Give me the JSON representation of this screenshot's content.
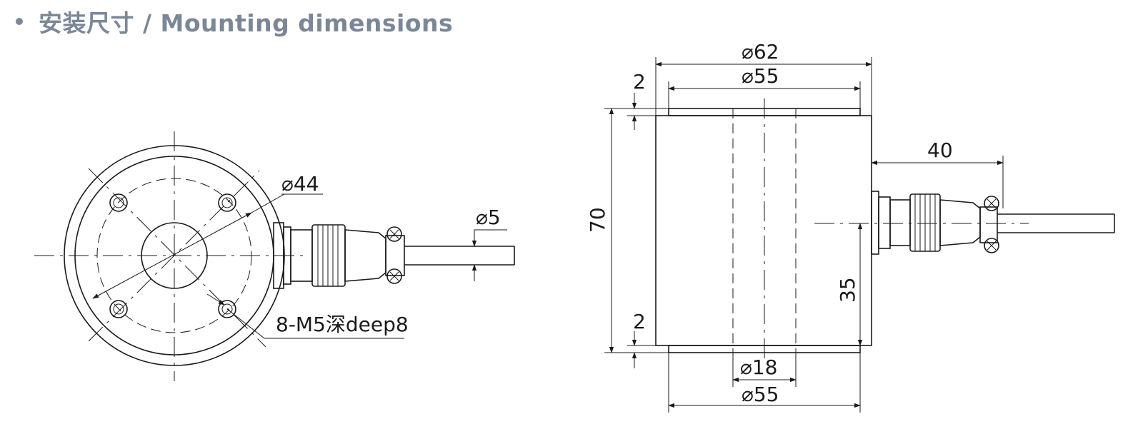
{
  "header": {
    "title": "安装尺寸 / Mounting dimensions",
    "bullet_color": "#7b8796"
  },
  "front_view": {
    "bolt_circle_label": "⌀44",
    "cable_label": "⌀5",
    "holes_label": "8-M5深deep8"
  },
  "side_view": {
    "outer_diameter_label": "⌀62",
    "top_face_label": "⌀55",
    "top_step_label": "2",
    "height_label": "70",
    "cable_length_label": "40",
    "half_height_label": "35",
    "bottom_step_label": "2",
    "bore_label": "⌀18",
    "bottom_face_label": "⌀55"
  },
  "colors": {
    "line": "#1a1a1a",
    "background": "#ffffff"
  }
}
